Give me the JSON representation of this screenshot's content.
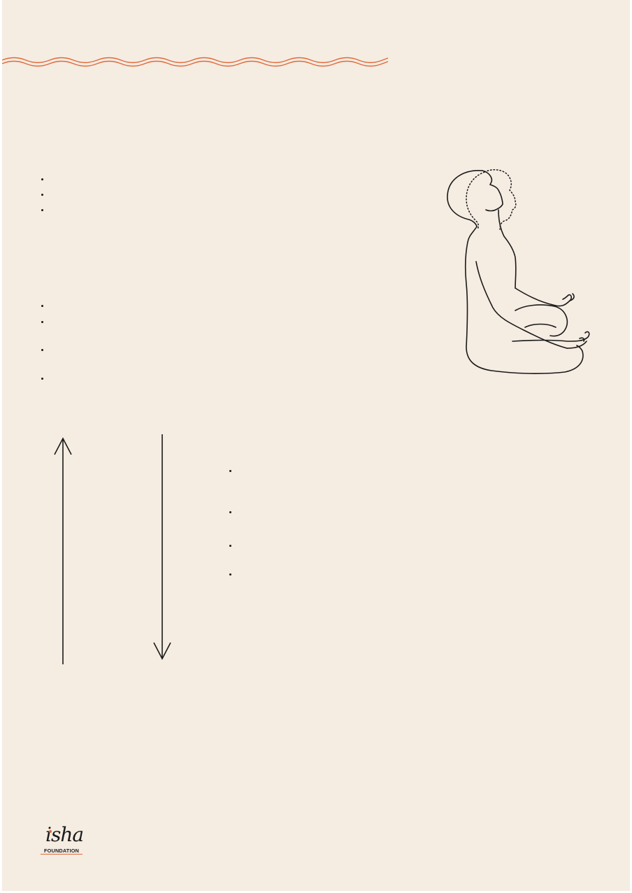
{
  "colors": {
    "background": "#f5ece2",
    "accent_wave": "#e06a3a",
    "ink": "#1a1a1a"
  },
  "icons": [
    "wave-divider",
    "meditating-figure-illustration",
    "up-arrow",
    "down-arrow",
    "isha-foundation-logo"
  ],
  "logo": {
    "wordmark": "isha",
    "subtitle": "FOUNDATION"
  }
}
